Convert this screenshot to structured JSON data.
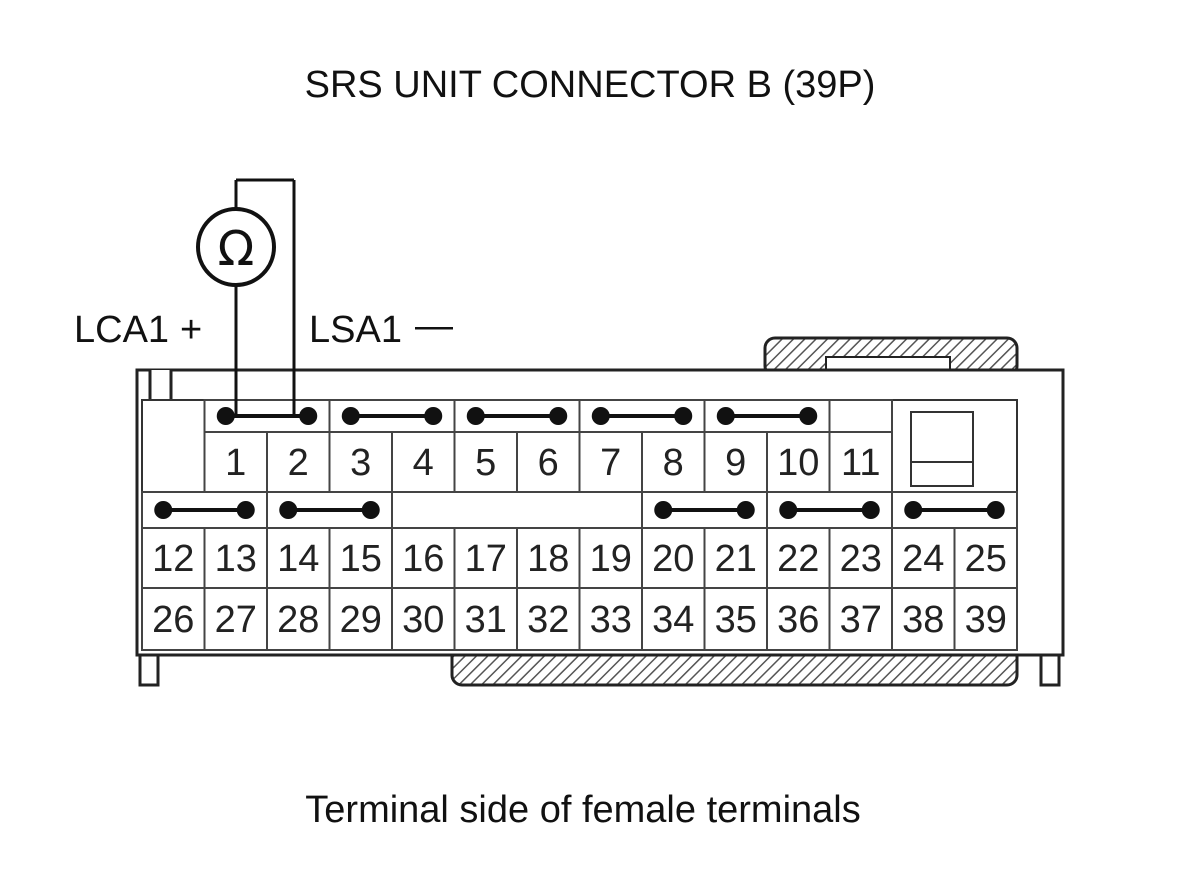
{
  "title": "SRS UNIT CONNECTOR B (39P)",
  "caption": "Terminal side of female terminals",
  "meter": {
    "icon": "ohmmeter-icon",
    "symbol": "Ω"
  },
  "probes": {
    "positive": {
      "label": "LCA1",
      "sign": "+",
      "terminal": 1
    },
    "negative": {
      "label": "LSA1",
      "sign": "—",
      "terminal": 2
    }
  },
  "terminals": {
    "row1": [
      "1",
      "2",
      "3",
      "4",
      "5",
      "6",
      "7",
      "8",
      "9",
      "10",
      "11"
    ],
    "row2": [
      "12",
      "13",
      "14",
      "15",
      "16",
      "17",
      "18",
      "19",
      "20",
      "21",
      "22",
      "23",
      "24",
      "25"
    ],
    "row3": [
      "26",
      "27",
      "28",
      "29",
      "30",
      "31",
      "32",
      "33",
      "34",
      "35",
      "36",
      "37",
      "38",
      "39"
    ]
  },
  "shorting_bars": [
    [
      1,
      2
    ],
    [
      3,
      4
    ],
    [
      5,
      6
    ],
    [
      7,
      8
    ],
    [
      9,
      10
    ],
    [
      12,
      13
    ],
    [
      14,
      15
    ],
    [
      20,
      21
    ],
    [
      22,
      23
    ],
    [
      24,
      25
    ]
  ]
}
